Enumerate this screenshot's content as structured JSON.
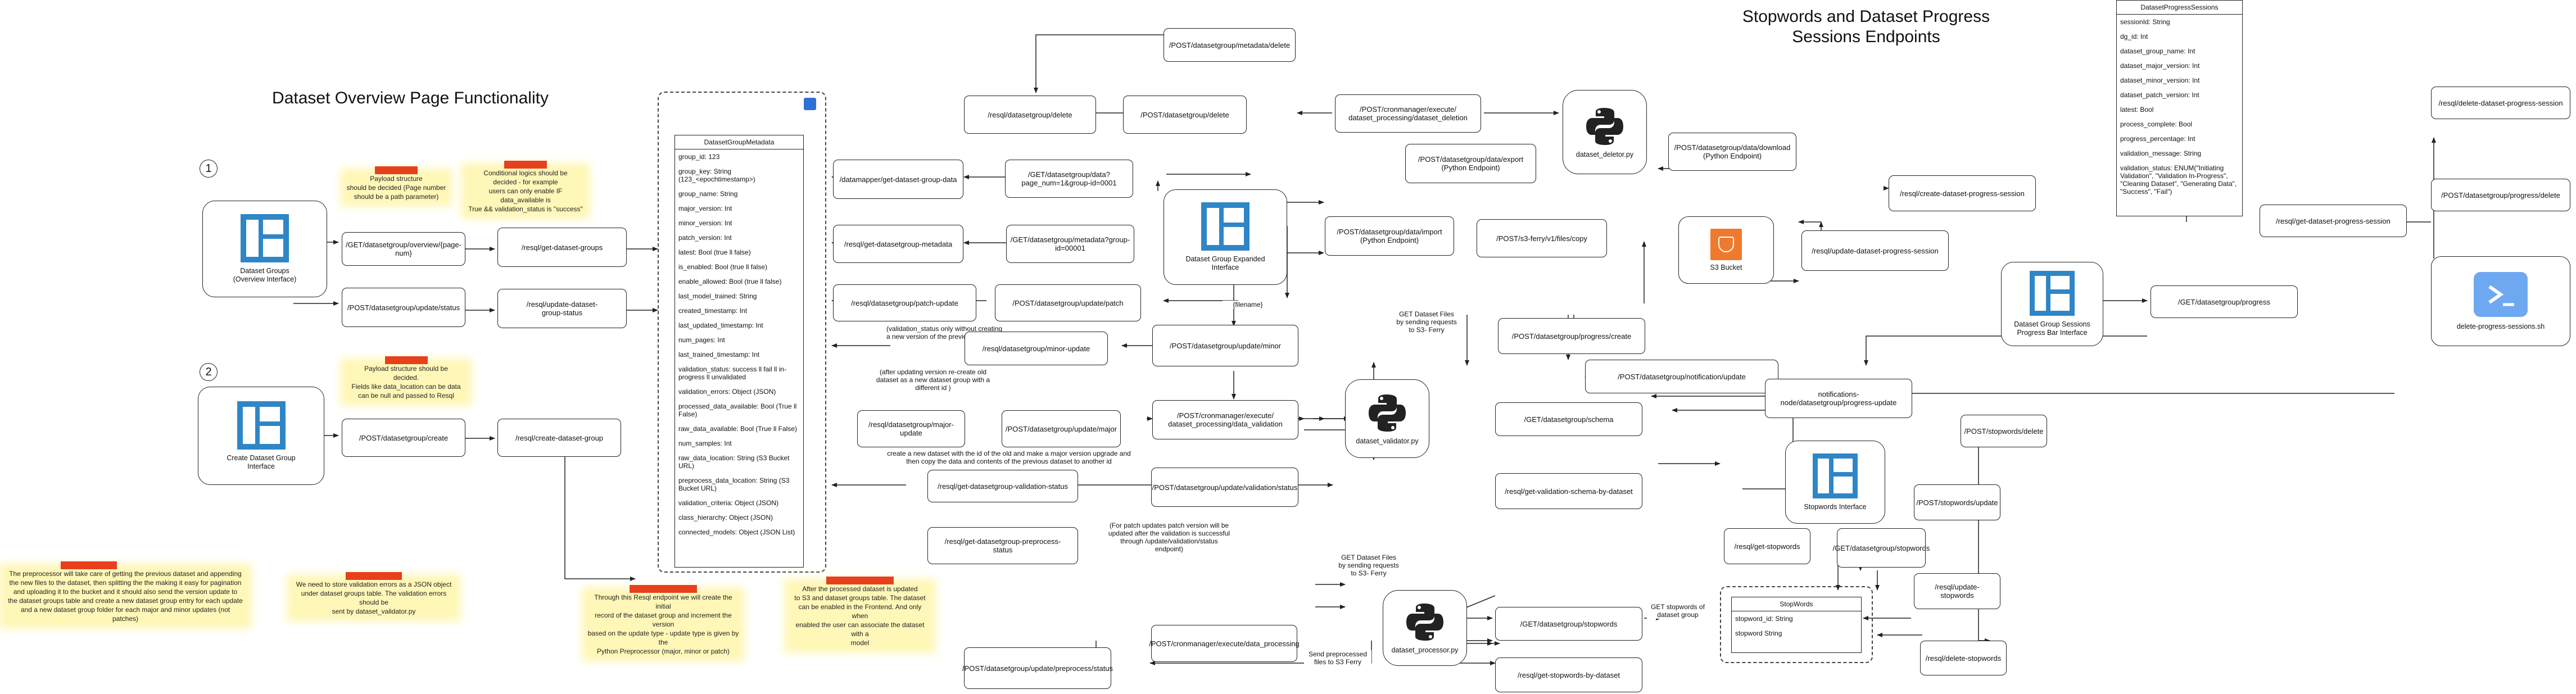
{
  "titles": {
    "overview": "Dataset Overview Page Functionality",
    "stopwords_sessions": "Stopwords and Dataset Progress\nSessions Endpoints"
  },
  "sections": {
    "one": "1",
    "two": "2"
  },
  "interfaces": {
    "dataset_groups": "Dataset Groups\n(Overview Interface)",
    "create_group": "Create Dataset Group\nInterface",
    "expanded": "Dataset Group Expanded\nInterface",
    "sessions": "Dataset Group Sessions\nProgress Bar Interface",
    "stopwords": "Stopwords Interface",
    "delete_sessions": "delete-progress-sessions.sh",
    "s3": "S3 Bucket"
  },
  "python": {
    "deletor": "dataset_deletor.py",
    "validator": "dataset_validator.py",
    "processor": "dataset_processor.py"
  },
  "endpoints": {
    "get_overview": "/GET/datasetgroup/overview/{page-num}",
    "resql_get_groups": "/resql/get-dataset-groups",
    "post_update_status": "/POST/datasetgroup/update/status",
    "resql_update_status": "/resql/update-dataset-\ngroup-status",
    "post_create": "/POST/datasetgroup/create",
    "resql_create": "/resql/create-dataset-group",
    "post_meta_delete": "/POST/datasetgroup/metadata/delete",
    "resql_delete": "/resql/datasetgroup/delete",
    "post_delete": "/POST/datasetgroup/delete",
    "cron_deletion": "/POST/cronmanager/execute/\ndataset_processing/dataset_deletion",
    "datamapper_get_data": "/datamapper/get-dataset-group-data",
    "get_data": "/GET/datasetgroup/data?\npage_num=1&group-id=0001",
    "resql_get_metadata": "/resql/get-datasetgroup-metadata",
    "get_metadata": "/GET/datasetgroup/metadata?group-\nid=00001",
    "resql_patch_update": "/resql/datasetgroup/patch-update",
    "post_update_patch": "/POST/datasetgroup/update/patch",
    "resql_minor_update": "/resql/datasetgroup/minor-update",
    "post_update_minor": "/POST/datasetgroup/update/minor",
    "resql_major_update": "/resql/datasetgroup/major-update",
    "post_update_major": "/POST/datasetgroup/update/major",
    "cron_validation": "/POST/cronmanager/execute/\ndataset_processing/data_validation",
    "resql_validation_status": "/resql/get-datasetgroup-validation-status",
    "post_update_validation": "/POST/datasetgroup/update/validation/status",
    "resql_preprocess_status": "/resql/get-datasetgroup-preprocess-\nstatus",
    "cron_data_processing": "/POST/cronmanager/execute/data_processing",
    "post_update_preprocess": "/POST/datasetgroup/update/preprocess/status",
    "post_data_export": "/POST/datasetgroup/data/export\n(Python Endpoint)",
    "post_data_import": "/POST/datasetgroup/data/import\n(Python Endpoint)",
    "post_s3_copy": "/POST/s3-ferry/v1/files/copy",
    "post_data_download": "/POST/datasetgroup/data/download\n(Python Endpoint)",
    "get_schema": "/GET/datasetgroup/schema",
    "resql_validation_schema": "/resql/get-validation-schema-by-dataset",
    "get_stopwords": "/GET/datasetgroup/stopwords",
    "resql_stopwords_by_dataset": "/resql/get-stopwords-by-dataset",
    "post_progress_create": "/POST/datasetgroup/progress/create",
    "post_notification_update": "/POST/datasetgroup/notification/update",
    "notifications_update": "notifications-\nnode/datasetgroup/progress-update",
    "resql_update_progress": "/resql/update-dataset-progress-session",
    "resql_create_progress": "/resql/create-dataset-progress-session",
    "get_progress": "/GET/datasetgroup/progress",
    "resql_get_progress": "/resql/get-dataset-progress-session",
    "post_progress_delete": "/POST/datasetgroup/progress/delete",
    "resql_delete_progress": "/resql/delete-dataset-progress-session",
    "post_stopwords_delete": "/POST/stopwords/delete",
    "post_stopwords_update": "/POST/stopwords/update",
    "get_stopwords_plain": "/GET/datasetgroup/stopwords",
    "resql_get_stopwords": "/resql/get-stopwords",
    "resql_update_stopwords": "/resql/update-\nstopwords",
    "resql_delete_stopwords": "/resql/delete-stopwords"
  },
  "labels": {
    "filename": "{filename}",
    "validation_status_note": "(validation_status only without creating\na new version of the previous dataset )",
    "minor_note": "(after updating version re-create old\ndataset as a new dataset group with a\ndifferent id )",
    "major_note": "create a new dataset with the id of the old and make a major version upgrade and\nthen copy the data and contents of the previous dataset to another id",
    "patch_note": "(For patch updates patch version will be\nupdated after the validation is successful\nthrough /update/validation/status\nendpoint)",
    "get_files_1": "GET Dataset Files\nby sending requests\nto S3- Ferry",
    "get_files_2": "GET Dataset Files\nby sending requests\nto S3- Ferry",
    "send_preprocessed": "Send preprocessed\nfiles to S3 Ferry",
    "get_stopwords_label": "GET stopwords of\ndataset group"
  },
  "notes": {
    "payload_1": "Payload structure\nshould be decided (Page number\nshould be a path parameter)",
    "conditional": "Conditional logics should be\ndecided - for example\nusers can only enable IF data_available is\nTrue && validation_status is \"success\"",
    "payload_2": "Payload structure should be\ndecided.\nFields like data_location can be data\ncan be null and passed to Resql",
    "preprocessor": "The preprocessor will take care of getting the previous dataset and appending\nthe new files to the dataset, then splitting the the making it easy for pagination\nand uploading it to the bucket and it should also send the version update to\nthe dataset groups table and create a new dataset group entry for each update\nand a new dataset group folder for each major and minor updates (not\npatches)",
    "validation_errors": "We need to store validation errors as a JSON object\nunder dataset groups table. The validation errors should be\nsent by dataset_validator.py",
    "resql_endpoint": "Through this Resql endpoint we will create the initial\nrecord of the dataset group and increment the version\nbased on the update type - update type is given by the\nPython Preprocessor (major, minor or patch)",
    "processed": "After the processed dataset is updated\nto S3 and dataset groups table. The dataset\ncan be enabled in the Frontend. And only when\nenabled the user can associate the dataset with a\nmodel"
  },
  "tables": {
    "metadata": {
      "title": "DatasetGroupMetadata",
      "rows": [
        "group_id: 123",
        "group_key: String\n(123_<epochtimestamp>)",
        "group_name: String",
        "major_version: Int",
        "minor_version: Int",
        "patch_version: Int",
        "latest: Bool (true ll false)",
        "is_enabled: Bool (true ll false)",
        "enable_allowed: Bool (true ll false)",
        "last_model_trained: String",
        "created_timestamp: Int",
        "last_updated_timestamp: Int",
        "num_pages: Int",
        "last_trained_timestamp: Int",
        "validation_status: success ll fail ll in-\nprogress ll unvalidated",
        "validation_errors: Object (JSON)",
        "processed_data_available: Bool (True ll\nFalse)",
        "raw_data_available: Bool (True ll False)",
        "num_samples: Int",
        "raw_data_location: String (S3 Bucket\nURL)",
        "preprocess_data_location: String (S3\nBucket URL)",
        "validation_criteria: Object (JSON)",
        "class_hierarchy: Object (JSON)",
        "connected_models: Object (JSON List)"
      ]
    },
    "progress_sessions": {
      "title": "DatasetProgressSessions",
      "rows": [
        "sessionId: String",
        "dg_id: Int",
        "dataset_group_name: Int",
        "dataset_major_version: Int",
        "dataset_minor_version: Int",
        "dataset_patch_version: Int",
        "latest: Bool",
        "process_complete: Bool",
        "progress_percentage: Int",
        "validation_message: String",
        "validation_status: ENUM(\"Initiating\nValidation\", \"Validation In-Progress\",\n\"Cleaning Dataset\", \"Generating Data\",\n\"Success\", \"Fail\")"
      ]
    },
    "stopwords": {
      "title": "StopWords",
      "rows": [
        "stopword_id: String",
        "stopword String"
      ]
    }
  },
  "icons": {
    "dashboard": "dashboard-icon",
    "python": "python-icon",
    "s3": "s3-bucket-icon",
    "terminal": "terminal-icon",
    "word": "word-doc-icon"
  },
  "colors": {
    "dashboard_blue": "#2f86c6",
    "python_blue": "#2b2b2b",
    "s3_orange": "#ef7a2e",
    "note_yellow": "#fff7b8",
    "note_tag_red": "#e8401c"
  }
}
